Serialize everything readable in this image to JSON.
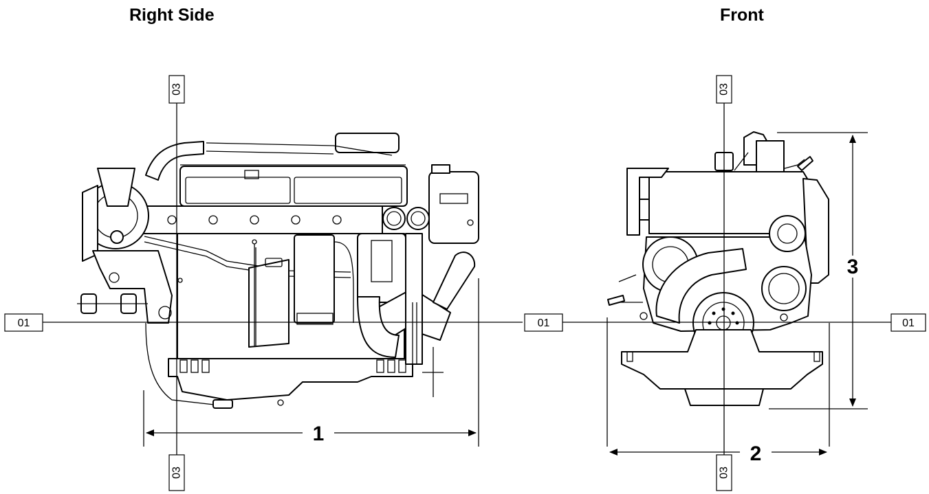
{
  "views": {
    "right_side": {
      "title": "Right Side"
    },
    "front": {
      "title": "Front"
    }
  },
  "reference_lines": {
    "horizontal": "01",
    "vertical": "03"
  },
  "dimensions": {
    "length": "1",
    "width": "2",
    "height": "3"
  }
}
